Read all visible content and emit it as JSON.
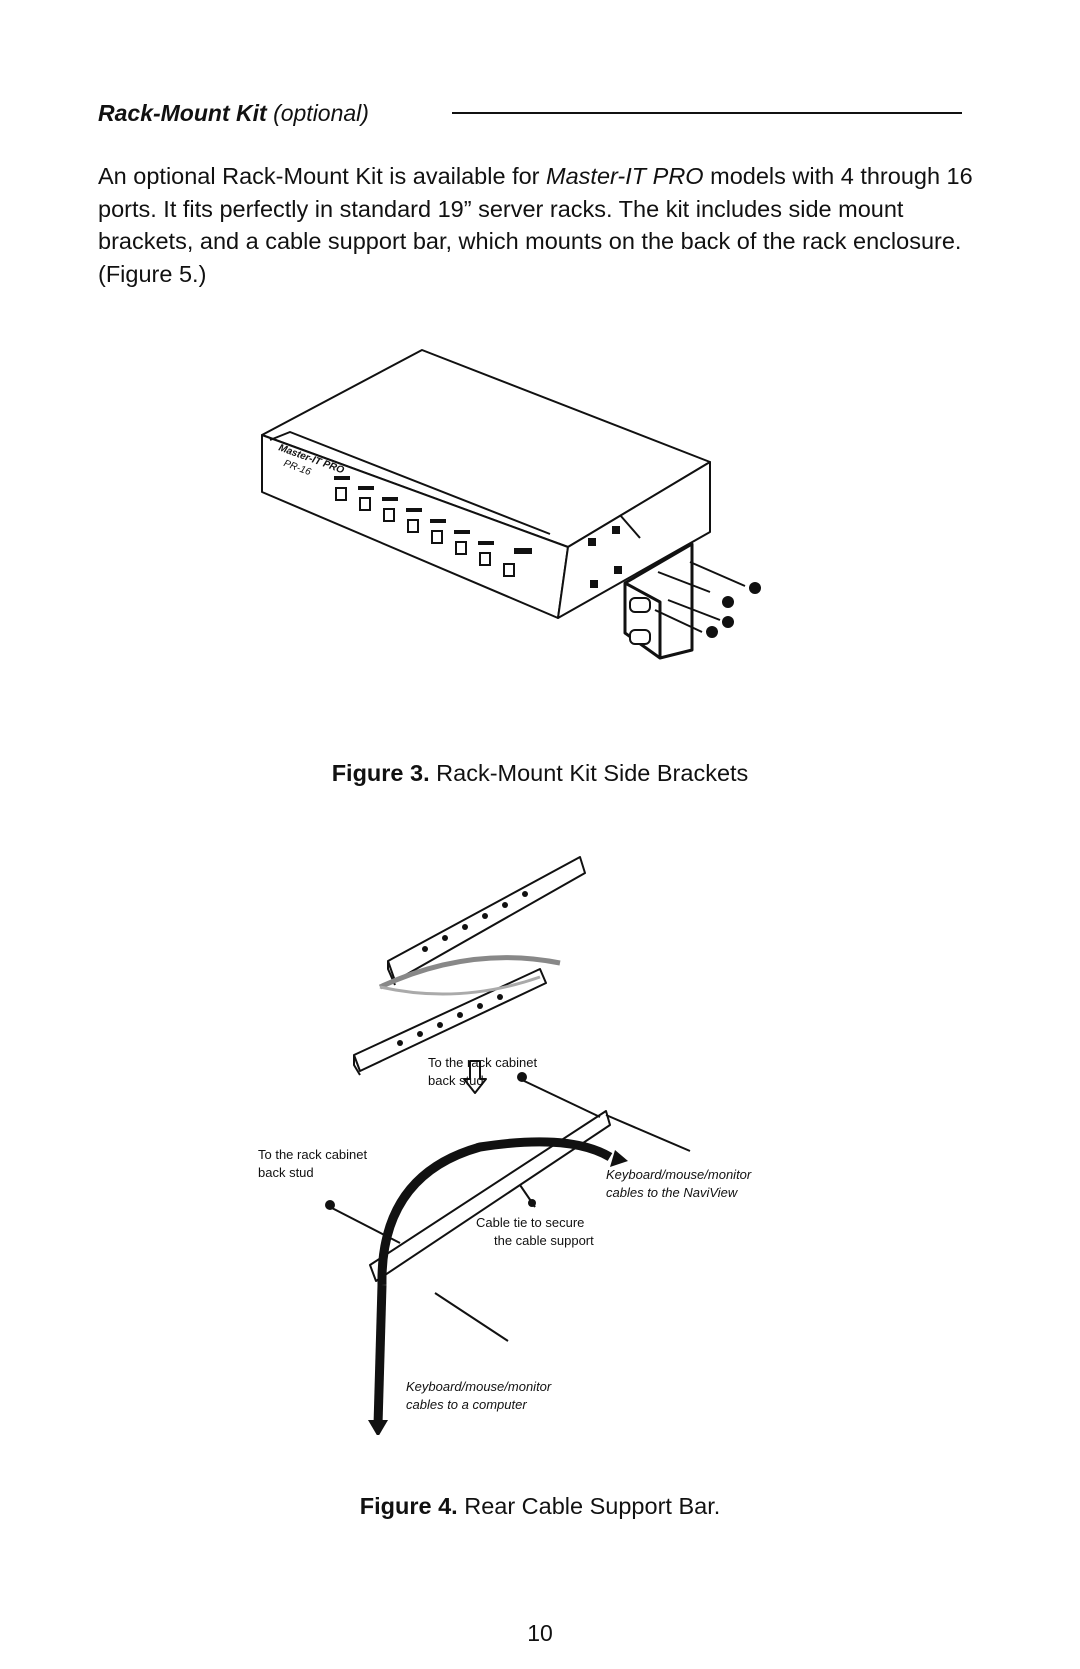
{
  "section": {
    "title_bold": "Rack-Mount  Kit",
    "title_rest": "(optional)"
  },
  "paragraph": {
    "text_1": "An optional Rack-Mount Kit is available for ",
    "product": "Master-IT PRO",
    "text_2": " models with 4 through 16 ports. It fits perfectly in standard 19” server racks. The kit includes side mount brackets, and a cable support bar, which mounts on the back of the rack enclosure. (Figure 5.)"
  },
  "figure3": {
    "device_label_1": "Master-IT PRO",
    "device_label_2": "PR-16",
    "caption_num": "Figure 3.",
    "caption_text": " Rack-Mount Kit Side Brackets"
  },
  "figure4": {
    "callout_1a": "To the rack cabinet",
    "callout_1b": "back stud",
    "callout_2a": "To the rack cabinet",
    "callout_2b": "back stud",
    "callout_3a": "Keyboard/mouse/monitor",
    "callout_3b": "cables to the NaviView",
    "callout_4a": "Cable tie to secure",
    "callout_4b": "the cable support",
    "callout_5a": "Keyboard/mouse/monitor",
    "callout_5b": "cables to a computer",
    "caption_num": "Figure 4.",
    "caption_text": " Rear Cable Support Bar."
  },
  "page_number": "10"
}
